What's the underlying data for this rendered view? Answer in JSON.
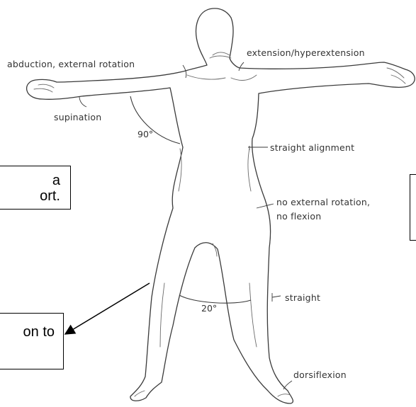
{
  "diagram": {
    "labels": {
      "abduction": "abduction, external rotation",
      "extension": "extension/hyperextension",
      "supination": "supination",
      "angle_arm": "90°",
      "straight_alignment": "straight alignment",
      "no_external_rotation": "no external rotation,",
      "no_flexion": "no flexion",
      "angle_legs": "20°",
      "straight": "straight",
      "dorsiflexion": "dorsiflexion"
    }
  },
  "callouts": {
    "left_middle": {
      "line1": "a",
      "line2": "ort."
    },
    "left_bottom": {
      "text": "on to"
    }
  }
}
